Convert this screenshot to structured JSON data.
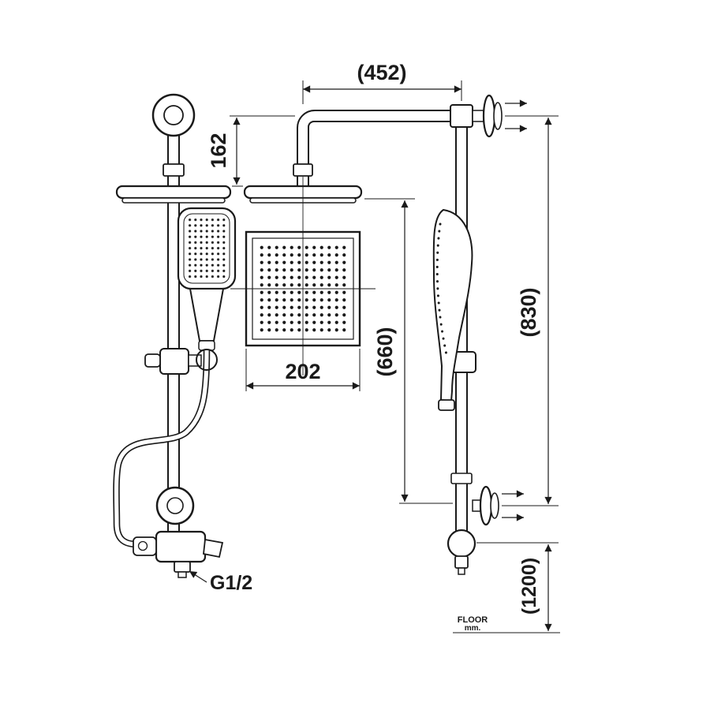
{
  "drawing": {
    "name": "Rain shower system installation dimension drawing",
    "colors": {
      "line": "#1a1a1a",
      "background": "#ffffff"
    },
    "dimensions": {
      "arm_projection": "(452)",
      "head_drop": "162",
      "head_size": "202",
      "rail_span": "(660)",
      "bar_height": "(830)",
      "floor_height": "(1200)"
    },
    "labels": {
      "inlet_thread": "G1/2",
      "floor": "FLOOR",
      "unit": "mm."
    }
  }
}
